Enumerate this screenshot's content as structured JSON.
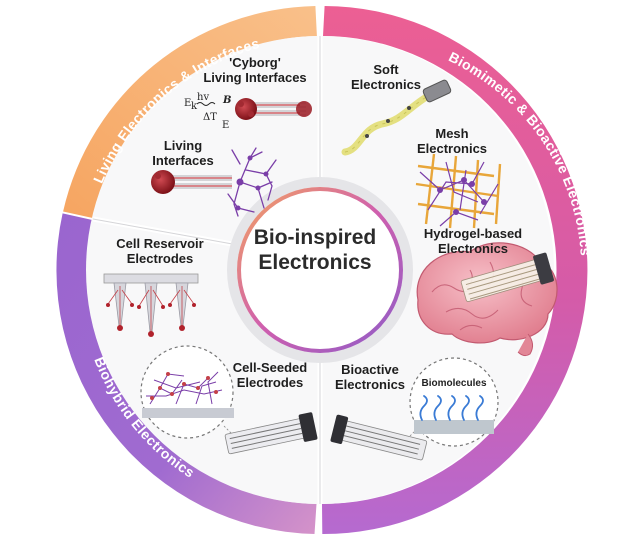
{
  "center": {
    "line1": "Bio-inspired",
    "line2": "Electronics"
  },
  "ring_labels": {
    "living": "Living Electronics & Interfaces",
    "biomimetic": "Biomimetic & Bioactive Electronics",
    "biohybrid": "Biohybrid Electronics"
  },
  "items": {
    "cyborg": {
      "line1": "'Cyborg'",
      "line2": "Living Interfaces"
    },
    "living_interfaces": {
      "line1": "Living",
      "line2": "Interfaces"
    },
    "soft": {
      "line1": "Soft",
      "line2": "Electronics"
    },
    "mesh": {
      "line1": "Mesh",
      "line2": "Electronics"
    },
    "hydrogel": {
      "line1": "Hydrogel-based",
      "line2": "Electronics"
    },
    "bioactive": {
      "line1": "Bioactive",
      "line2": "Electronics"
    },
    "cell_reservoir": {
      "line1": "Cell Reservoir",
      "line2": "Electrodes"
    },
    "cell_seeded": {
      "line1": "Cell-Seeded",
      "line2": "Electrodes"
    }
  },
  "biomolecules_label": "Biomolecules",
  "stimuli": {
    "ek": "E",
    "ek_sub": "k",
    "hv": "hv",
    "b": "B",
    "dt": "ΔT",
    "e": "E"
  },
  "colors": {
    "living_ring": "#f4a35b",
    "biomimetic_ring": "#d660a6",
    "biohybrid_ring": "#8d5cc8",
    "neuron": "#7a3ea8",
    "cell": "#b1222c",
    "brain": "#f1a1ad",
    "gold": "#f0b24b"
  }
}
